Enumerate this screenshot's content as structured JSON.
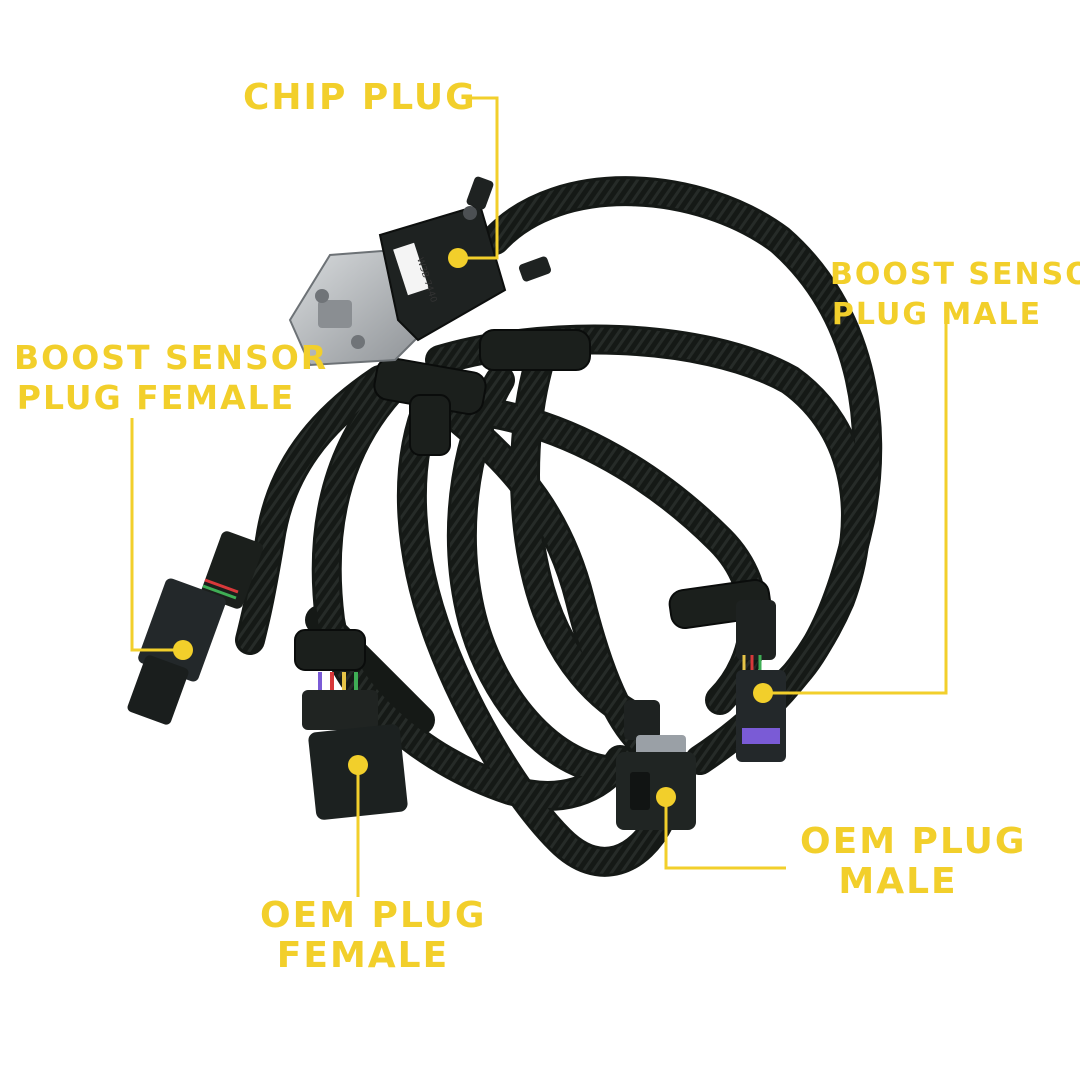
{
  "accent_color": "#f2cf2b",
  "cable_color": "#151916",
  "connector_grey": "#b9bcbf",
  "wire_colors": [
    "#d8383a",
    "#7a5bd6",
    "#3fae55",
    "#e6c447",
    "#9aa0a6"
  ],
  "labels": {
    "chip_plug": "CHIP PLUG",
    "boost_sensor_male": {
      "line1": "BOOST SENSOR",
      "line2": "PLUG MALE"
    },
    "boost_sensor_female": {
      "line1": "BOOST SENSOR",
      "line2": "PLUG FEMALE"
    },
    "oem_plug_male": {
      "line1": "OEM PLUG",
      "line2": "MALE"
    },
    "oem_plug_female": {
      "line1": "OEM PLUG",
      "line2": "FEMALE"
    }
  },
  "chip_plug_marking": "W3B 7440"
}
